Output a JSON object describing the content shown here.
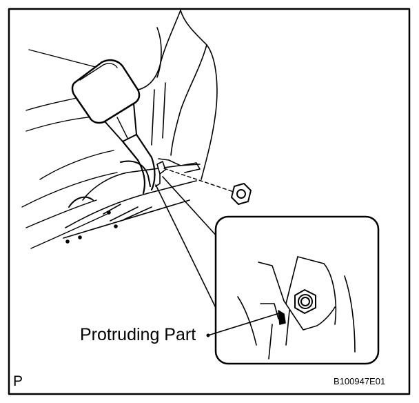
{
  "labels": {
    "callout": "Protruding Part",
    "corner": "P",
    "code": "B100947E01"
  },
  "colors": {
    "line": "#000000",
    "background": "#ffffff"
  }
}
